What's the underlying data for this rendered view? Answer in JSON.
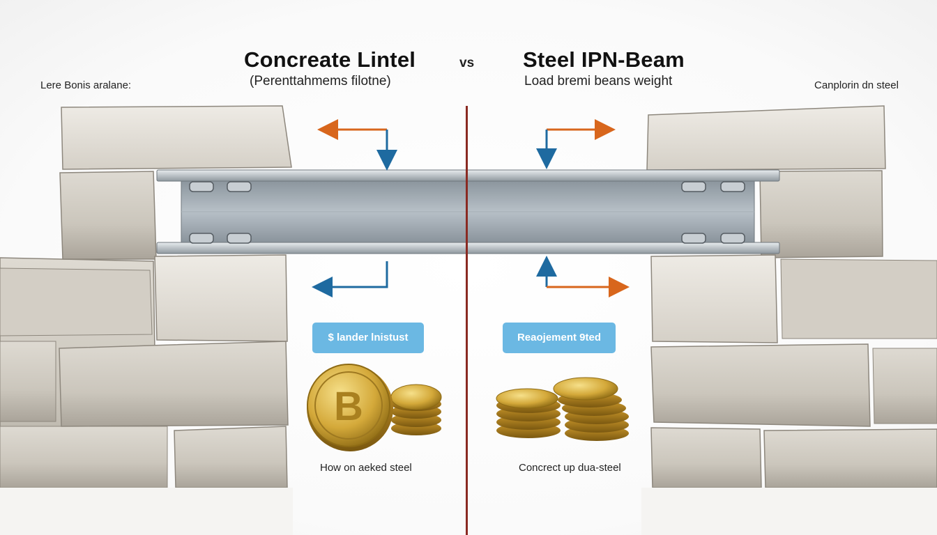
{
  "left_panel": {
    "title": "Concreate Lintel",
    "subtitle": "(Perenttahmems filotne)",
    "corner_label": "Lere Bonis aralane:",
    "badge": "$ lander lnistust",
    "caption": "How on aeked steel"
  },
  "separator": "vs",
  "right_panel": {
    "title": "Steel IPN-Beam",
    "subtitle": "Load bremi beans weight",
    "corner_label": "Canplorin dn steel",
    "badge": "Reaojement 9ted",
    "caption": "Concrect up dua-steel"
  },
  "colors": {
    "arrow_orange": "#d8661c",
    "arrow_blue": "#1e6aa0",
    "badge_blue": "#6bb8e3",
    "divider_red": "#8a2a22",
    "stone": "#cfcac0",
    "steel": "#a9b1b8",
    "coin_gold": "#d4a93a"
  },
  "icons": [
    "bitcoin-coin-icon",
    "coin-stack-icon"
  ]
}
